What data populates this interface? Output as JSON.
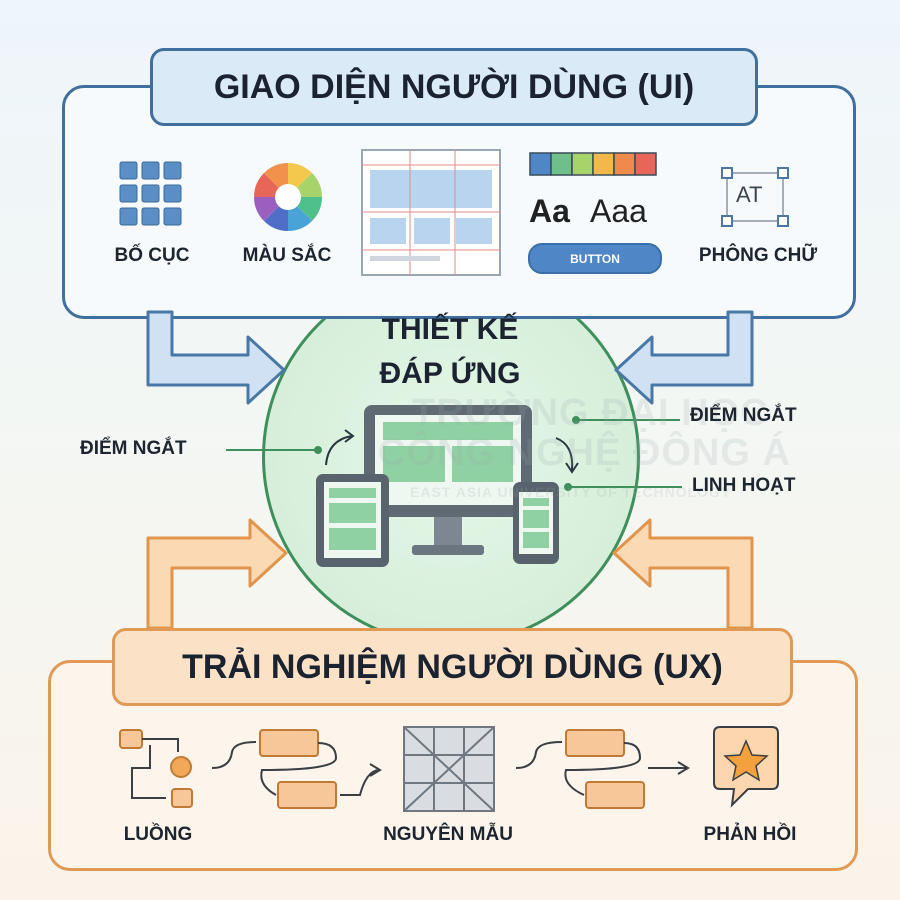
{
  "ui": {
    "title": "GIAO DIỆN NGƯỜI DÙNG (UI)",
    "items": [
      "BỐ CỤC",
      "MÀU SẮC",
      "PHÔNG CHỮ"
    ],
    "typography_sample_bold": "Aa",
    "typography_sample_regular": "Aaa",
    "button_sample": "BUTTON",
    "font_icon_text": "AT"
  },
  "center": {
    "title_line1": "THIẾT KẾ",
    "title_line2": "ĐÁP ỨNG",
    "left_label": "ĐIỂM NGẮT",
    "right_label_top": "ĐIỂM NGẮT",
    "right_label_bottom": "LINH HOẠT"
  },
  "ux": {
    "title": "TRẢI NGHIỆM NGƯỜI DÙNG (UX)",
    "items": [
      "LUỒNG",
      "NGUYÊN MẪU",
      "PHẢN HỒI"
    ]
  },
  "watermark": {
    "line1": "TRƯỜNG ĐẠI HỌC",
    "line2": "CÔNG NGHỆ ĐÔNG Á",
    "line3": "EAST ASIA UNIVERSITY OF TECHNOLOGY"
  },
  "colors": {
    "ui_accent": "#3f6f9e",
    "ux_accent": "#e09a55",
    "center_accent": "#3e8f5b",
    "swatches": [
      "#4f86c6",
      "#6fbf8c",
      "#a6d36a",
      "#f2b84b",
      "#ef8a4c",
      "#e8655a"
    ]
  }
}
